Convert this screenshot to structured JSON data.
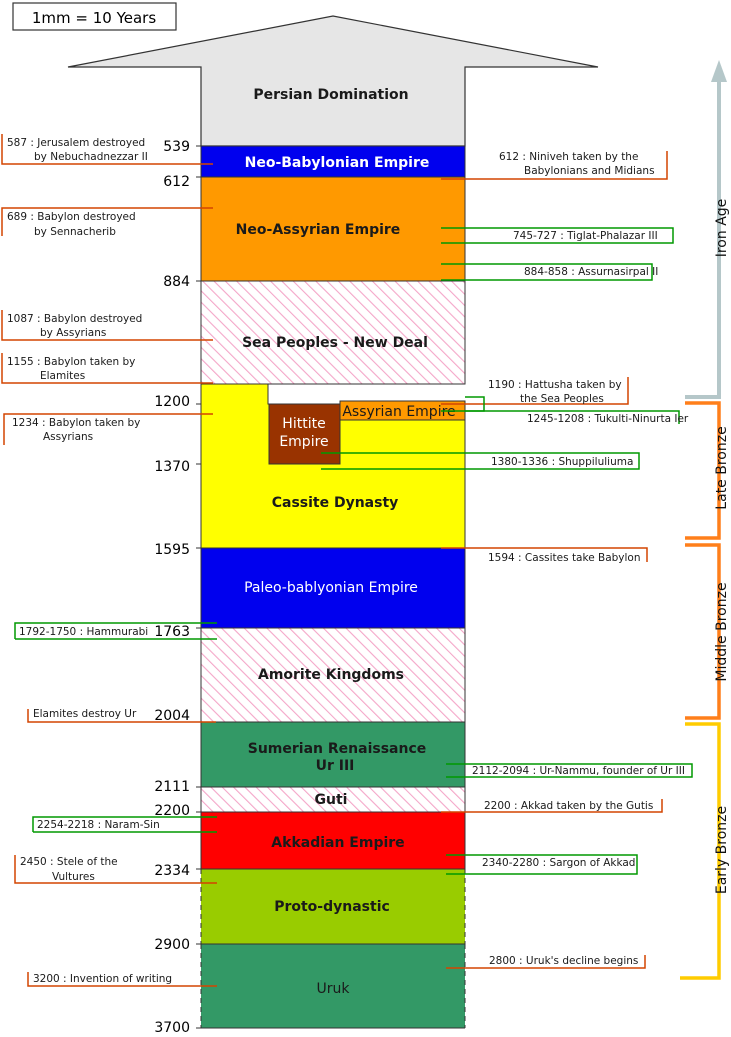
{
  "scale": {
    "label": "1mm = 10 Years"
  },
  "eras": [
    {
      "id": "persian",
      "name": "Persian Domination",
      "color": "#e6e6e6"
    },
    {
      "id": "neobab",
      "name": "Neo-Babylonian Empire",
      "color": "#0000ee"
    },
    {
      "id": "neoass",
      "name": "Neo-Assyrian Empire",
      "color": "#ff9900"
    },
    {
      "id": "sea",
      "name": "Sea Peoples - New Deal",
      "pattern": "pink-hatch"
    },
    {
      "id": "cassite",
      "name": "Cassite Dynasty",
      "color": "#ffff00"
    },
    {
      "id": "hittite",
      "name": "Hittite Empire",
      "name_lines": [
        "Hittite",
        "Empire"
      ],
      "color": "#993300"
    },
    {
      "id": "assyrian",
      "name": "Assyrian Empire",
      "color": "#ff9900"
    },
    {
      "id": "paleobab",
      "name": "Paleo-bablyonian Empire",
      "color": "#0000ee"
    },
    {
      "id": "amorite",
      "name": "Amorite Kingdoms",
      "pattern": "pink-hatch"
    },
    {
      "id": "sumerian",
      "name": "Sumerian Renaissance",
      "subtitle": "Ur III",
      "color": "#339966"
    },
    {
      "id": "guti",
      "name": "Guti",
      "pattern": "pink-hatch"
    },
    {
      "id": "akkad",
      "name": "Akkadian Empire",
      "color": "#ff0000"
    },
    {
      "id": "proto",
      "name": "Proto-dynastic",
      "color": "#99cc00"
    },
    {
      "id": "uruk",
      "name": "Uruk",
      "color": "#339966"
    }
  ],
  "dates": [
    "539",
    "612",
    "884",
    "1200",
    "1370",
    "1595",
    "1763",
    "2004",
    "2111",
    "2200",
    "2334",
    "2900",
    "3700"
  ],
  "events_left": [
    {
      "lines": [
        "587 : Jerusalem destroyed",
        "by Nebuchadnezzar II"
      ]
    },
    {
      "lines": [
        "689 : Babylon destroyed",
        "by Sennacherib"
      ]
    },
    {
      "lines": [
        "1087 : Babylon destroyed",
        "by Assyrians"
      ]
    },
    {
      "lines": [
        "1155 : Babylon taken by",
        "Elamites"
      ]
    },
    {
      "lines": [
        "1234 : Babylon taken by",
        "Assyrians"
      ]
    },
    {
      "lines": [
        "1792-1750 : Hammurabi"
      ]
    },
    {
      "lines": [
        "Elamites destroy Ur"
      ]
    },
    {
      "lines": [
        "2254-2218 : Naram-Sin"
      ]
    },
    {
      "lines": [
        "2450 : Stele of the",
        "Vultures"
      ]
    },
    {
      "lines": [
        "3200 : Invention of writing"
      ]
    }
  ],
  "events_right": [
    {
      "lines": [
        "612 : Niniveh taken by the",
        "Babylonians and Midians"
      ]
    },
    {
      "lines": [
        "745-727 : Tiglat-Phalazar III"
      ]
    },
    {
      "lines": [
        "884-858 : Assurnasirpal II"
      ]
    },
    {
      "lines": [
        "1190 : Hattusha taken by",
        "the Sea Peoples"
      ]
    },
    {
      "lines": [
        "1245-1208 : Tukulti-Ninurta Ier"
      ]
    },
    {
      "lines": [
        "1380-1336 : Shuppiluliuma"
      ]
    },
    {
      "lines": [
        "1594 : Cassites take Babylon"
      ]
    },
    {
      "lines": [
        "2112-2094 : Ur-Nammu, founder of Ur III"
      ]
    },
    {
      "lines": [
        "2200 : Akkad taken by the Gutis"
      ]
    },
    {
      "lines": [
        "2340-2280 : Sargon of Akkad"
      ]
    },
    {
      "lines": [
        "2800 : Uruk's decline begins"
      ]
    }
  ],
  "ages": [
    {
      "name": "Iron Age",
      "color": "#b5c7c9"
    },
    {
      "name": "Late Bronze",
      "color": "#ff7f1a"
    },
    {
      "name": "Middle Bronze",
      "color": "#ff7f1a"
    },
    {
      "name": "Early Bronze",
      "color": "#ffcc00"
    }
  ],
  "colors": {
    "event_red": "#d44500",
    "event_green": "#009900"
  }
}
